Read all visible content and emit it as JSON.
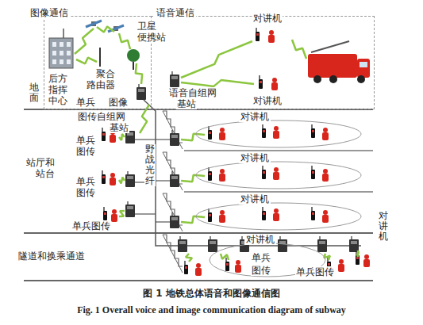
{
  "diagram": {
    "caption": "图 1 地铁总体语音和图像通信图",
    "nodes": [
      {
        "text": [
          "图像通信"
        ]
      },
      {
        "text": [
          "语音通信"
        ]
      },
      {
        "text": [
          "对讲机"
        ]
      },
      {
        "text": [
          "对讲机"
        ]
      },
      {
        "text": [
          "对讲机"
        ]
      },
      {
        "text": [
          "对讲机"
        ]
      }
    ],
    "labels": [
      "卫星",
      "便携站",
      "聚合",
      "路由器",
      "后方",
      "指挥",
      "中心",
      "地面",
      "单兵",
      "图像",
      "图传自组网",
      "基站",
      "语音自组网",
      "基站",
      "对讲机",
      "对讲机",
      "站厅和",
      "站台",
      "单兵",
      "图传",
      "单兵",
      "图传",
      "单兵图传",
      "野战光纤",
      "隧道和换乘通道",
      "单兵",
      "图传",
      "单兵图传",
      "对讲机",
      "Fig. 1 Overall voice and image communication diagram of subway"
    ]
  }
}
